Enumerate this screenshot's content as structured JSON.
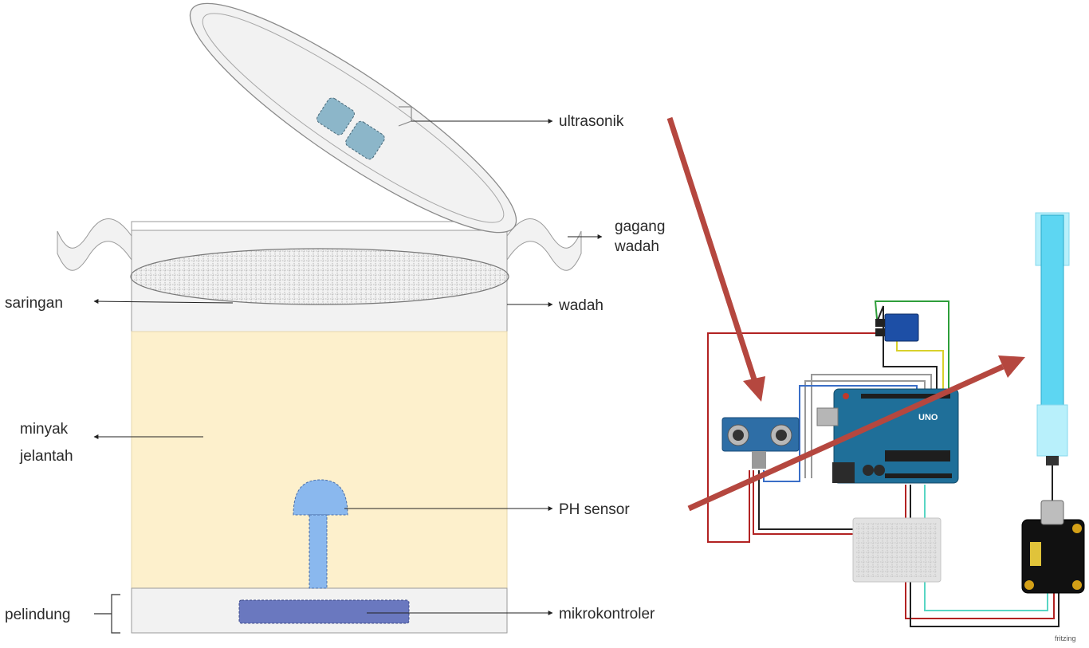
{
  "labels": {
    "ultrasonic": "ultrasonik",
    "handle_line1": "gagang",
    "handle_line2": "wadah",
    "container": "wadah",
    "filter": "saringan",
    "oil_line1": "minyak",
    "oil_line2": "jelantah",
    "ph_sensor": "PH sensor",
    "protector": "pelindung",
    "microcontroller": "mikrokontroler"
  },
  "circuit": {
    "board_text": "UNO",
    "software_mark": "fritzing"
  },
  "colors": {
    "oil": "#fdf0cc",
    "container_panel": "#f2f2f2",
    "ph_sensor": "#8ab8ee",
    "microcontroller": "#6a78bf",
    "sensor_block": "#8cb6c9",
    "pointer_arrow": "#b5473f",
    "arduino_board": "#1f6f99",
    "ph_probe": "#5dd6f2",
    "wire_red": "#b22222",
    "wire_black": "#222222",
    "wire_green": "#2e9e3a",
    "wire_yellow": "#d9d12c",
    "wire_gray": "#999999",
    "wire_blue": "#3a6ec7",
    "wire_cyan": "#58d6c4"
  }
}
